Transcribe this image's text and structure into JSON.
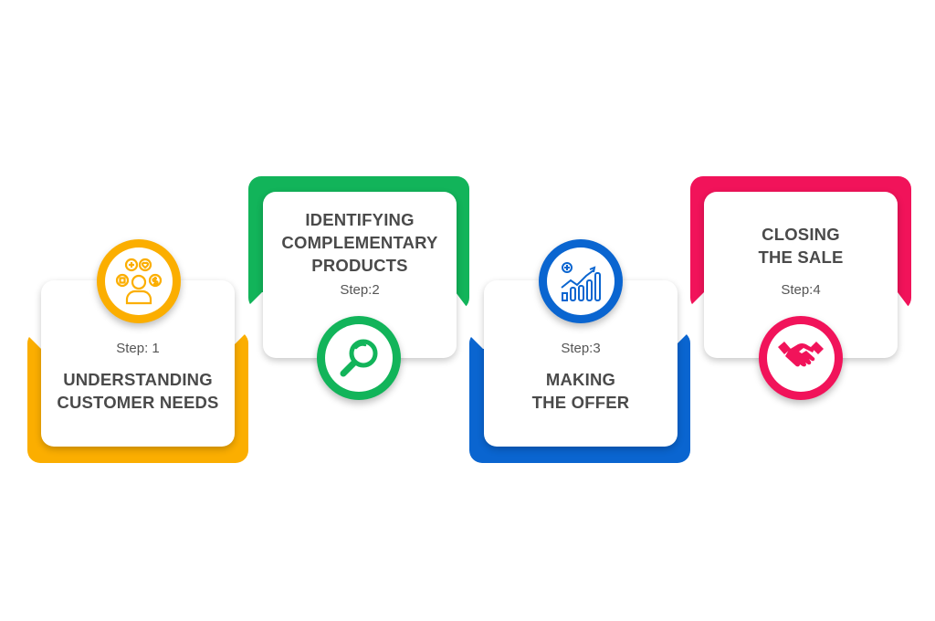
{
  "colors": {
    "step1": "#FBAE00",
    "step2": "#12B45A",
    "step3": "#0A65D0",
    "step4": "#F1135A"
  },
  "steps": [
    {
      "step_label": "Step: 1",
      "title_lines": [
        "UNDERSTANDING",
        "CUSTOMER NEEDS"
      ],
      "icon": "customer-needs-icon"
    },
    {
      "step_label": "Step:2",
      "title_lines": [
        "IDENTIFYING",
        "COMPLEMENTARY",
        "PRODUCTS"
      ],
      "icon": "magnifier-icon"
    },
    {
      "step_label": "Step:3",
      "title_lines": [
        "MAKING",
        "THE OFFER"
      ],
      "icon": "growth-chart-icon"
    },
    {
      "step_label": "Step:4",
      "title_lines": [
        "CLOSING",
        "THE SALE"
      ],
      "icon": "handshake-icon"
    }
  ]
}
